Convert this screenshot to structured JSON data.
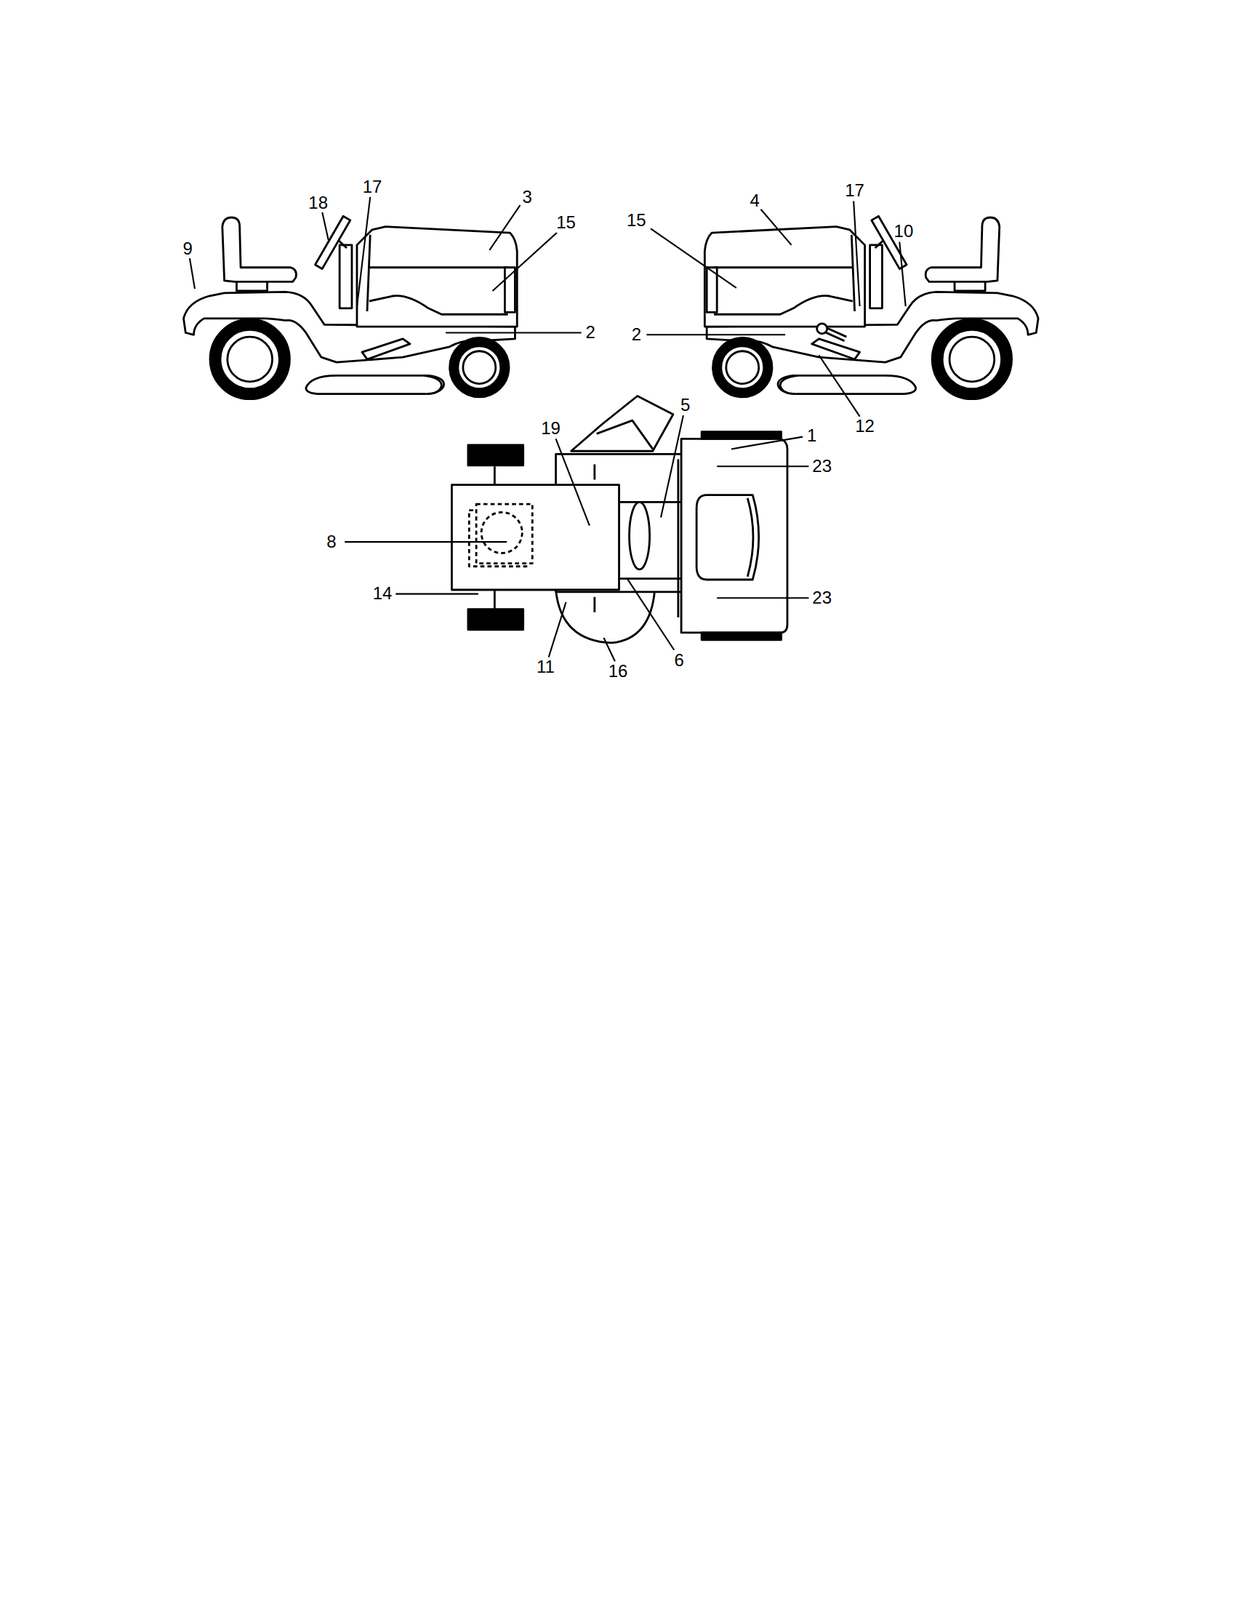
{
  "diagram": {
    "labels": [
      "9",
      "18",
      "17",
      "3",
      "15",
      "2",
      "15",
      "4",
      "17",
      "10",
      "2",
      "12",
      "19",
      "5",
      "1",
      "23",
      "8",
      "14",
      "23",
      "11",
      "16",
      "6"
    ]
  }
}
